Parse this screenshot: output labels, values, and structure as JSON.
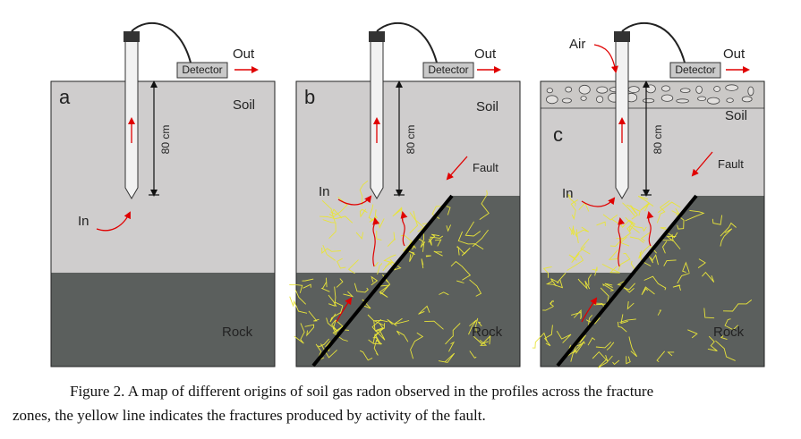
{
  "panels": [
    {
      "letter": "a",
      "soil_label": "Soil",
      "rock_label": "Rock",
      "depth_label": "80 cm",
      "detector_label": "Detector",
      "out_label": "Out",
      "in_label": "In"
    },
    {
      "letter": "b",
      "soil_label": "Soil",
      "rock_label": "Rock",
      "depth_label": "80 cm",
      "detector_label": "Detector",
      "out_label": "Out",
      "in_label": "In",
      "fault_label": "Fault"
    },
    {
      "letter": "c",
      "soil_label": "Soil",
      "rock_label": "Rock",
      "depth_label": "80 cm",
      "detector_label": "Detector",
      "out_label": "Out",
      "in_label": "In",
      "fault_label": "Fault",
      "air_label": "Air"
    }
  ],
  "caption": {
    "line1": "Figure 2. A map of different origins of soil gas radon observed in the profiles across the fracture",
    "line2": "zones, the yellow line indicates the fractures produced by activity of the fault."
  },
  "colors": {
    "soil": "#cfcdcd",
    "rock": "#5b5f5d",
    "fracture": "#e8e43a",
    "arrow": "#e00000",
    "fault": "#000000",
    "gravel": "#e2e0de"
  }
}
